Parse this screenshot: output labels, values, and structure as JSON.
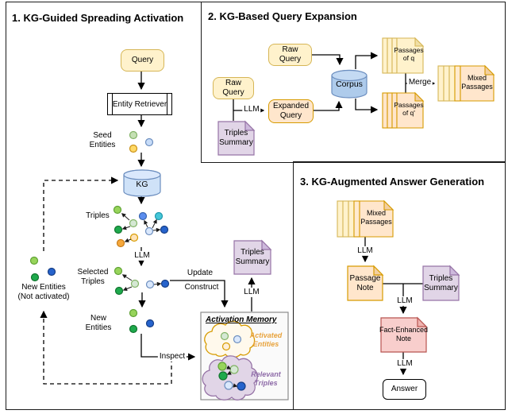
{
  "panel1": {
    "title": "1. KG-Guided Spreading Activation",
    "query": "Query",
    "entity_retriever": "Entity Retriever",
    "seed_entities": "Seed\nEntities",
    "kg": "KG",
    "triples": "Triples",
    "llm_select": "LLM",
    "selected_triples": "Selected\nTriples",
    "new_entities": "New\nEntities",
    "new_entities_not_activated": "New Entities\n(Not activated)",
    "update": "Update",
    "construct": "Construct",
    "inspect": "Inspect",
    "llm_summarize": "LLM",
    "triples_summary": "Triples\nSummary",
    "activation_memory": {
      "title": "Activation Memory",
      "activated_entities": "Activated\nEntities",
      "relevant_triples": "Relevant\nTriples"
    }
  },
  "panel2": {
    "title": "2. KG-Based Query Expansion",
    "raw_query_top": "Raw\nQuery",
    "raw_query_left": "Raw\nQuery",
    "llm": "LLM",
    "expanded_query": "Expanded\nQuery",
    "triples_summary": "Triples\nSummary",
    "corpus": "Corpus",
    "passages_q": "Passages\nof q",
    "passages_q_prime": "Passages\nof q'",
    "merge": "Merge",
    "mixed_passages": "Mixed\nPassages"
  },
  "panel3": {
    "title": "3. KG-Augmented Answer Generation",
    "mixed_passages": "Mixed\nPassages",
    "llm_note": "LLM",
    "passage_note": "Passage\nNote",
    "triples_summary": "Triples\nSummary",
    "llm_fact": "LLM",
    "fact_enhanced_note": "Fact-Enhanced\nNote",
    "llm_answer": "LLM",
    "answer": "Answer"
  },
  "colors": {
    "yellow": "#FFF2CC",
    "yellow_border": "#D6B656",
    "orange": "#FFE6CC",
    "orange_border": "#D79B00",
    "purple": "#E1D5E7",
    "purple_border": "#9673A6",
    "blue": "#DAE8FC",
    "blue_border": "#6C8EBF",
    "red": "#F8CECC",
    "red_border": "#B85450",
    "activated_label": "#E8A33D",
    "relevant_label": "#8E6BA8",
    "edge": "#000000"
  }
}
